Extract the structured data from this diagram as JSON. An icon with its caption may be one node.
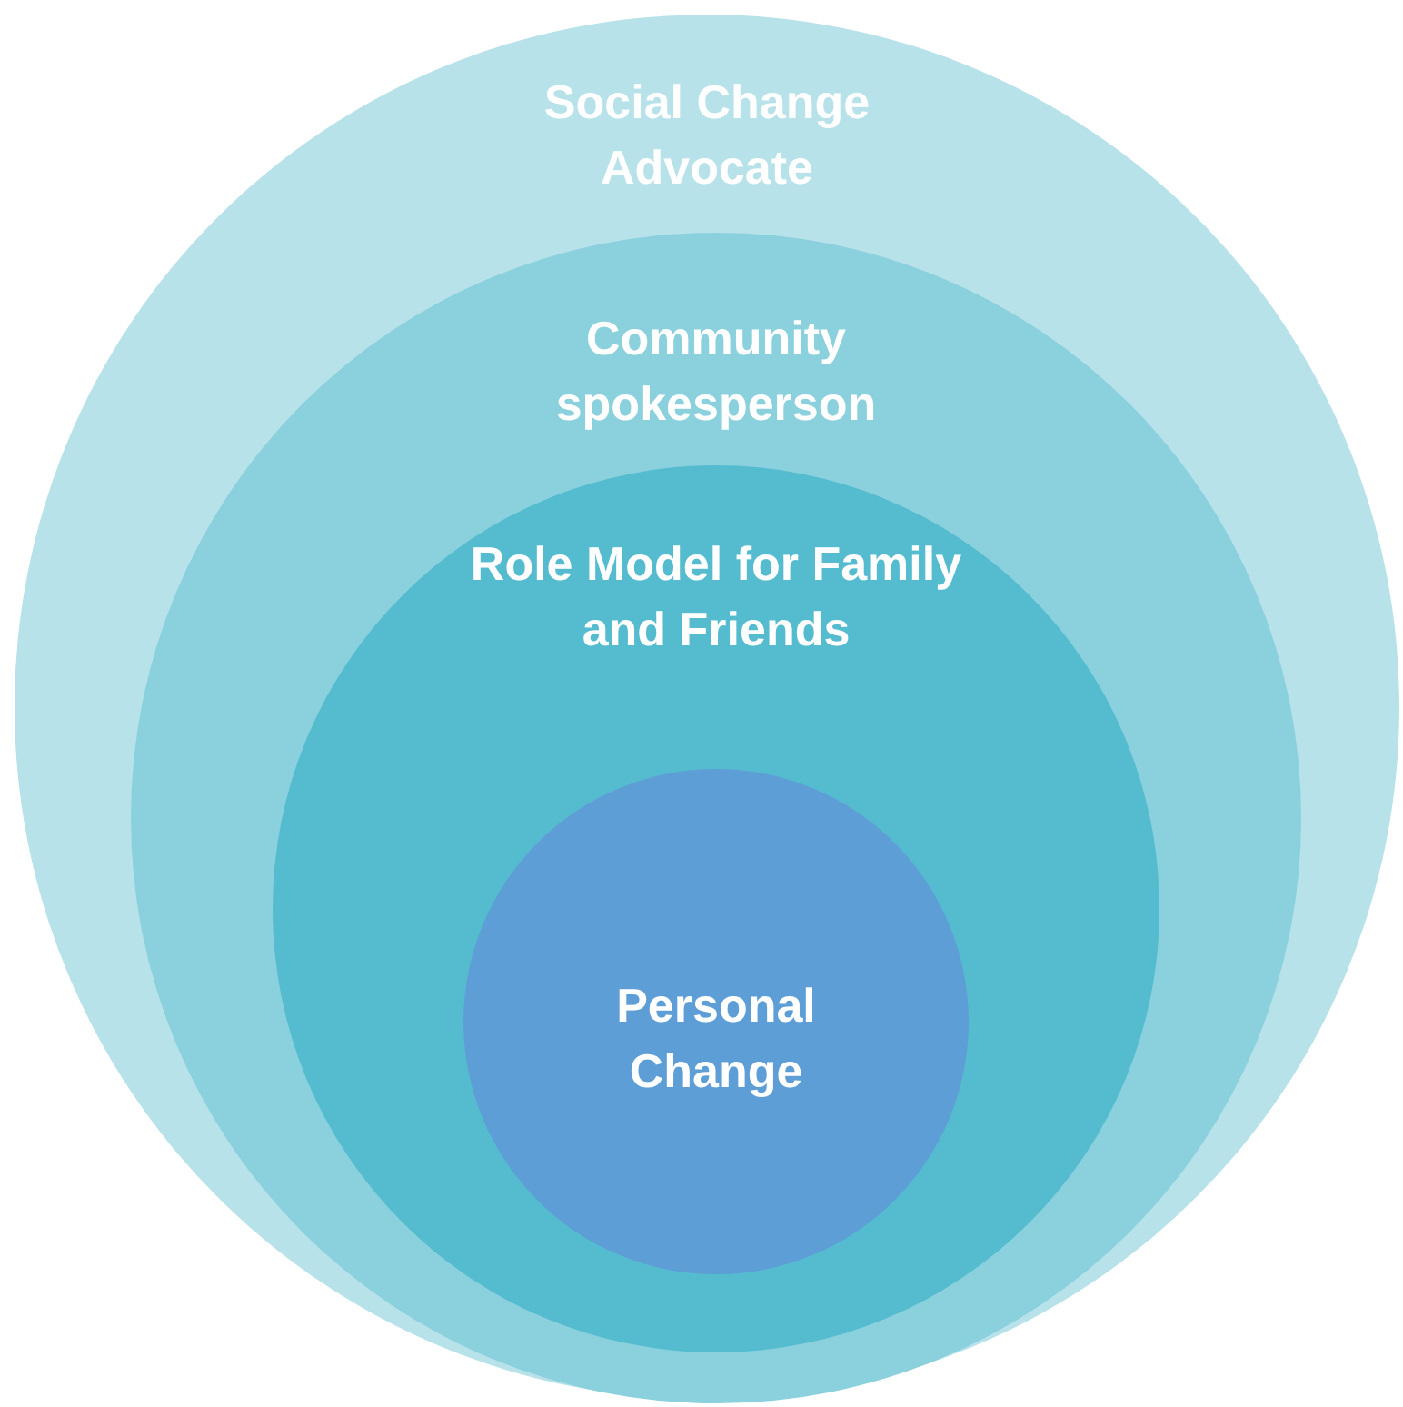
{
  "diagram": {
    "nodes": [
      {
        "text": [
          "Social Change Advocate"
        ]
      },
      {
        "text": [
          "Community spokesperson"
        ],
        "in": 0
      },
      {
        "text": [
          "Role Model for Family and Friends"
        ],
        "in": 1
      },
      {
        "text": [
          "Personal Change"
        ],
        "in": 2
      }
    ]
  }
}
